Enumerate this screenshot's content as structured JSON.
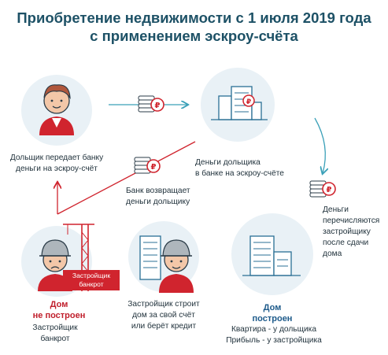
{
  "title": {
    "line1": "Приобретение недвижимости с 1 июля 2019 года",
    "line2": "с применением эскроу-счёта"
  },
  "labels": {
    "buyer_1": "Дольщик передает банку",
    "buyer_2": "деньги на эскроу-счёт",
    "bank_1": "Деньги дольщика",
    "bank_2": "в банке на эскроу-счёте",
    "return_1": "Банк возвращает",
    "return_2": "деньги дольщику",
    "transfer_1": "Деньги",
    "transfer_2": "перечисляются",
    "transfer_3": "застройщику",
    "transfer_4": "после сдачи",
    "transfer_5": "дома",
    "bankrupt_badge_1": "Застройщик",
    "bankrupt_badge_2": "банкрот",
    "not_built_1": "Дом",
    "not_built_2": "не построен",
    "bankrupt_1": "Застройщик",
    "bankrupt_2": "банкрот",
    "builds_1": "Застройщик строит",
    "builds_2": "дом за свой счёт",
    "builds_3": "или берёт кредит",
    "built_1": "Дом",
    "built_2": "построен",
    "result_1": "Квартира - у дольщика",
    "result_2": "Прибыль - у застройщика"
  },
  "icons": [
    "person-icon",
    "coin-stack-icon",
    "office-building-icon",
    "worker-sad-icon",
    "crane-icon",
    "worker-icon",
    "finished-house-icon"
  ],
  "colors": {
    "title": "#1d5166",
    "accent_red": "#d0242e",
    "arrow_teal": "#3aa0b8",
    "circle_bg": "#e9f1f6"
  }
}
